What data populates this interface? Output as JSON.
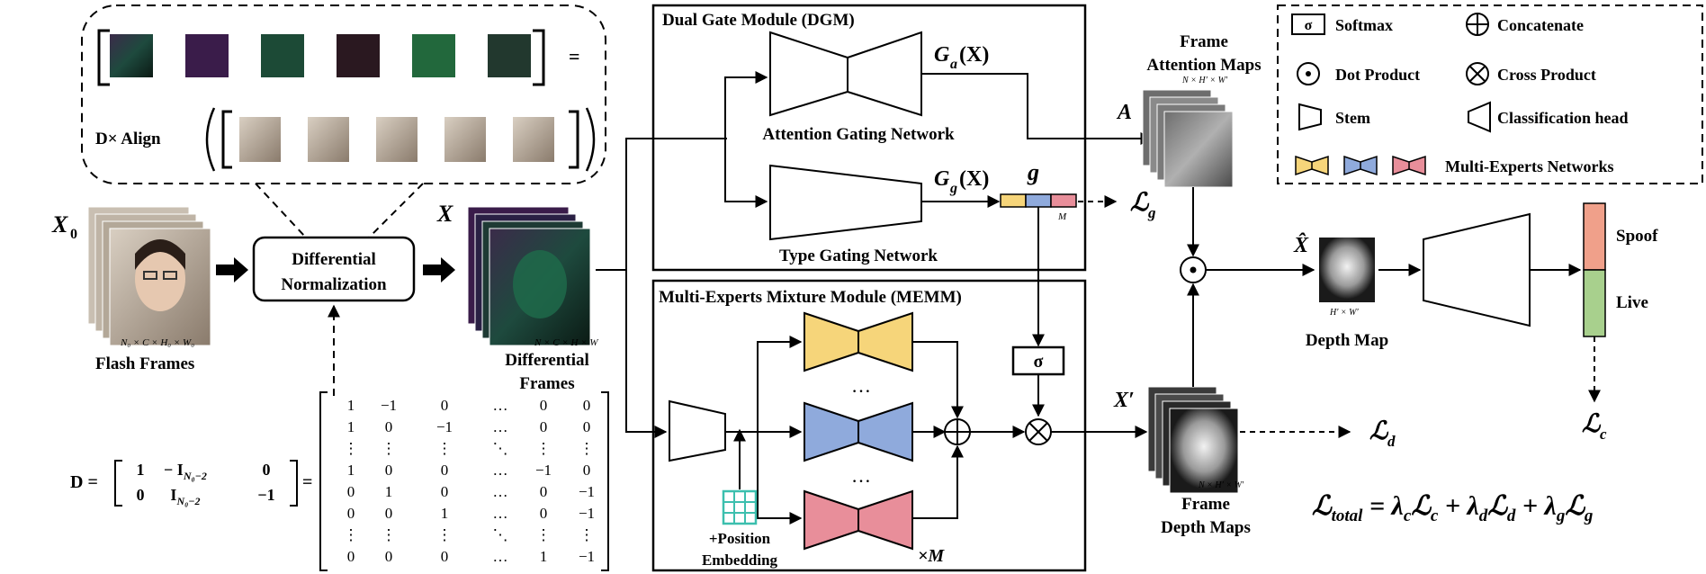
{
  "flash": {
    "x0_label": "X",
    "x0_sub": "0",
    "dims": "N₀ × C × H₀ × W₀",
    "caption": "Flash Frames"
  },
  "diff_norm": {
    "line1": "Differential",
    "line2": "Normalization"
  },
  "align": {
    "equals": "=",
    "label": "D× Align"
  },
  "diff_frames": {
    "x_label": "X",
    "dims": "N × C × H × W",
    "caption1": "Differential",
    "caption2": "Frames"
  },
  "dmatrix": {
    "lhs": "D =",
    "small": [
      [
        "1",
        "− I",
        "0"
      ],
      [
        "0",
        "I",
        "−1"
      ]
    ],
    "small_sub": "N₀−2",
    "eq": "=",
    "big": [
      [
        "1",
        "−1",
        "0",
        "…",
        "0",
        "0"
      ],
      [
        "1",
        "0",
        "−1",
        "…",
        "0",
        "0"
      ],
      [
        "⋮",
        "⋮",
        "⋮",
        "⋱",
        "⋮",
        "⋮"
      ],
      [
        "1",
        "0",
        "0",
        "…",
        "−1",
        "0"
      ],
      [
        "0",
        "1",
        "0",
        "…",
        "0",
        "−1"
      ],
      [
        "0",
        "0",
        "1",
        "…",
        "0",
        "−1"
      ],
      [
        "⋮",
        "⋮",
        "⋮",
        "⋱",
        "⋮",
        "⋮"
      ],
      [
        "0",
        "0",
        "0",
        "…",
        "1",
        "−1"
      ]
    ]
  },
  "dgm": {
    "title": "Dual Gate Module (DGM)",
    "attn_net": "Attention Gating Network",
    "type_net": "Type Gating Network",
    "ga": "G",
    "ga_sub": "a",
    "ga_arg": "(X)",
    "gg": "G",
    "gg_sub": "g",
    "gg_arg": "(X)",
    "g_label": "g",
    "m_label": "M",
    "loss_g": "ℒ",
    "loss_g_sub": "g"
  },
  "memm": {
    "title": "Multi-Experts Mixture Module (MEMM)",
    "dots": "…",
    "pos_emb1": "+Position",
    "pos_emb2": "Embedding",
    "times_m": "×M",
    "sigma": "σ"
  },
  "attn_maps": {
    "caption1": "Frame",
    "caption2": "Attention Maps",
    "dims": "N × H′ × W′",
    "a_label": "A"
  },
  "depth_maps": {
    "x_label": "X′",
    "dims": "N × H′ × W′",
    "caption1": "Frame",
    "caption2": "Depth Maps",
    "loss_d": "ℒ",
    "loss_d_sub": "d"
  },
  "depth_map": {
    "xhat": "X̂",
    "dims": "H′ × W′",
    "caption": "Depth Map"
  },
  "head": {
    "spoof": "Spoof",
    "live": "Live",
    "loss_c": "ℒ",
    "loss_c_sub": "c"
  },
  "total_loss": {
    "lhs": "ℒ",
    "lhs_sub": "total",
    "rhs": "= λ",
    "terms": [
      {
        "lam_sub": "c",
        "l": "ℒ",
        "l_sub": "c"
      },
      {
        "lam_sub": "d",
        "l": "ℒ",
        "l_sub": "d"
      },
      {
        "lam_sub": "g",
        "l": "ℒ",
        "l_sub": "g"
      }
    ]
  },
  "legend": {
    "softmax": "Softmax",
    "concat": "Concatenate",
    "dot": "Dot Product",
    "cross": "Cross Product",
    "stem": "Stem",
    "cls": "Classification head",
    "experts": "Multi-Experts Networks",
    "sigma": "σ"
  },
  "colors": {
    "yellow": "#F6D57A",
    "blue": "#8FAADC",
    "pink": "#E88E9A",
    "spoof": "#F0A08A",
    "live": "#A8D08D",
    "teal": "#3CBFAE"
  }
}
